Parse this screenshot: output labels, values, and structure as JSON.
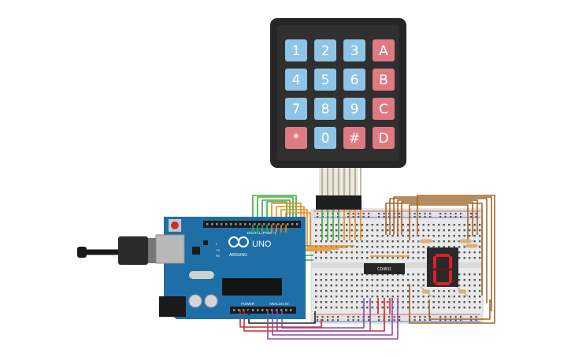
{
  "keypad": {
    "keys": [
      {
        "label": "1",
        "type": "num"
      },
      {
        "label": "2",
        "type": "num"
      },
      {
        "label": "3",
        "type": "num"
      },
      {
        "label": "A",
        "type": "letter"
      },
      {
        "label": "4",
        "type": "num"
      },
      {
        "label": "5",
        "type": "num"
      },
      {
        "label": "6",
        "type": "num"
      },
      {
        "label": "B",
        "type": "letter"
      },
      {
        "label": "7",
        "type": "num"
      },
      {
        "label": "8",
        "type": "num"
      },
      {
        "label": "9",
        "type": "num"
      },
      {
        "label": "C",
        "type": "letter"
      },
      {
        "label": "*",
        "type": "letter"
      },
      {
        "label": "0",
        "type": "num"
      },
      {
        "label": "#",
        "type": "letter"
      },
      {
        "label": "D",
        "type": "letter"
      }
    ]
  },
  "arduino": {
    "model": "UNO",
    "brand": "ARDUINO",
    "digital_label": "DIGITAL (PWM ~)",
    "power_label": "POWER",
    "analog_label": "ANALOG IN",
    "tx_label": "TX",
    "rx_label": "RX",
    "l_label": "L"
  },
  "ic": {
    "label": "CD4511"
  },
  "display": {
    "digit": "0"
  },
  "colors": {
    "board": "#1e6fa8",
    "key_num": "#8ec5e6",
    "key_letter": "#e07a82",
    "breadboard": "#e9e9e9",
    "wire_green": "#3caa3c",
    "wire_orange": "#e68a1e",
    "wire_brown": "#a0652a",
    "wire_red": "#d22828",
    "wire_purple": "#8a4caa",
    "segment_on": "#e01e28"
  }
}
